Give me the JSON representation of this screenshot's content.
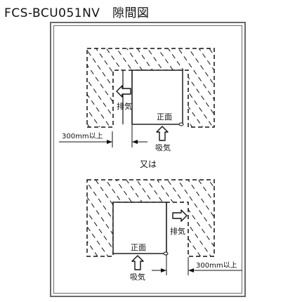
{
  "title": "FCS-BCU051NV　隙間図",
  "top": {
    "exhaust_label": "排気",
    "front_label": "正面",
    "intake_label": "吸気",
    "clearance_label": "300mm以上"
  },
  "separator_label": "又は",
  "bottom": {
    "exhaust_label": "排気",
    "front_label": "正面",
    "intake_label": "吸気",
    "clearance_label": "300mm以上"
  }
}
